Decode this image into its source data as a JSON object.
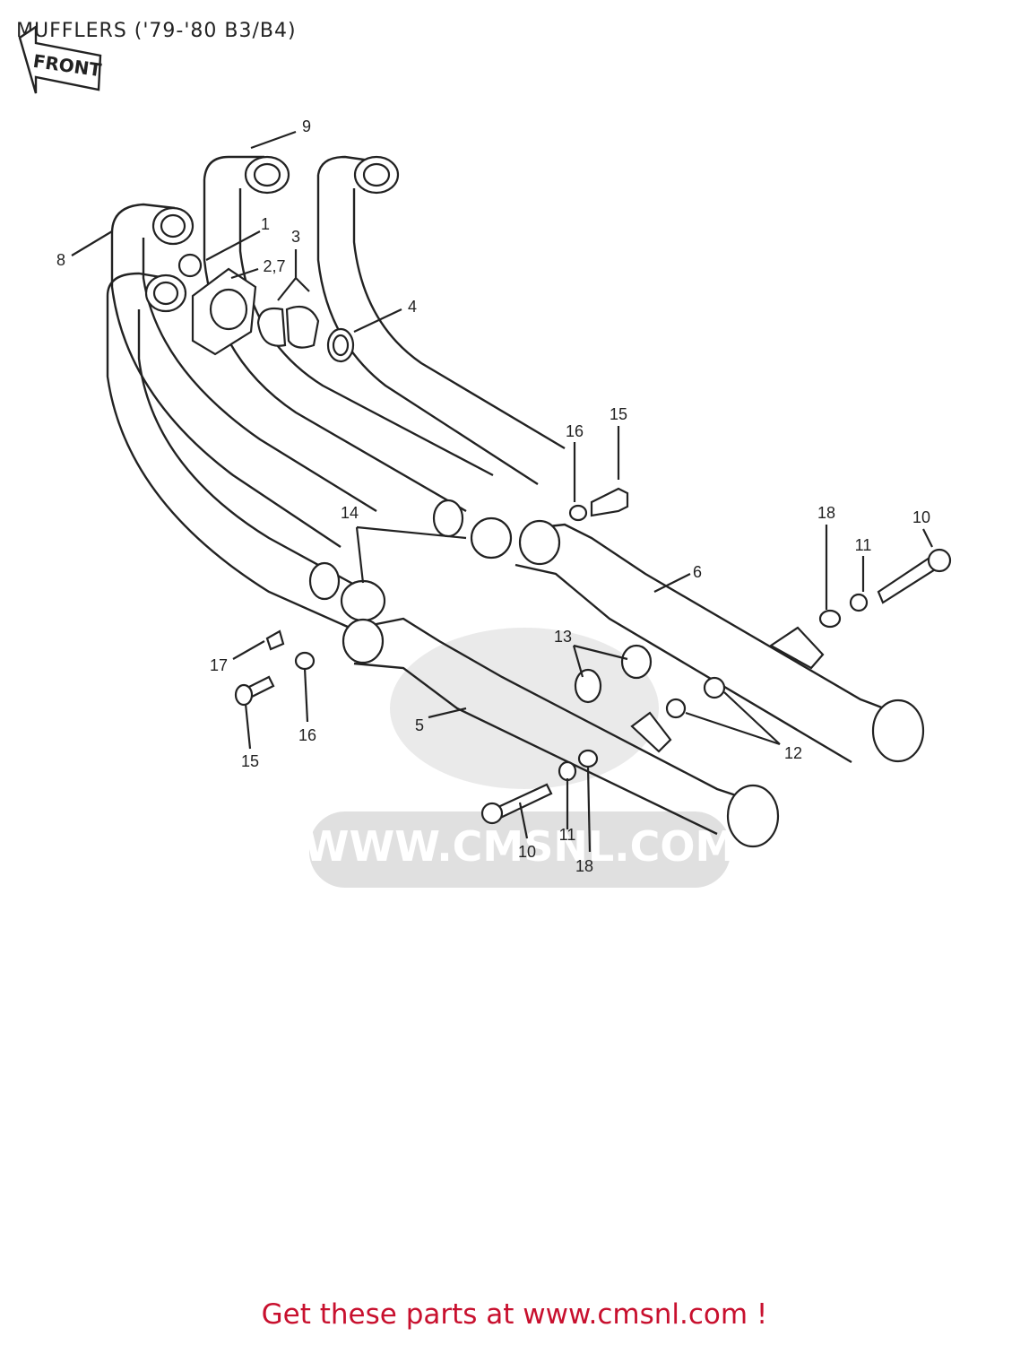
{
  "title": "MUFFLERS ('79-'80 B3/B4)",
  "front_label": "FRONT",
  "watermark_text": "WWW.CMSNL.COM",
  "footer_text": "Get these parts at www.cmsnl.com !",
  "colors": {
    "footer": "#c8102e",
    "watermark": "#d8d8d8",
    "line": "#222222"
  },
  "callouts": [
    "9",
    "1",
    "3",
    "2,7",
    "8",
    "4",
    "16",
    "15",
    "14",
    "18",
    "10",
    "11",
    "6",
    "13",
    "17",
    "16",
    "15",
    "5",
    "12",
    "11",
    "10",
    "18"
  ]
}
